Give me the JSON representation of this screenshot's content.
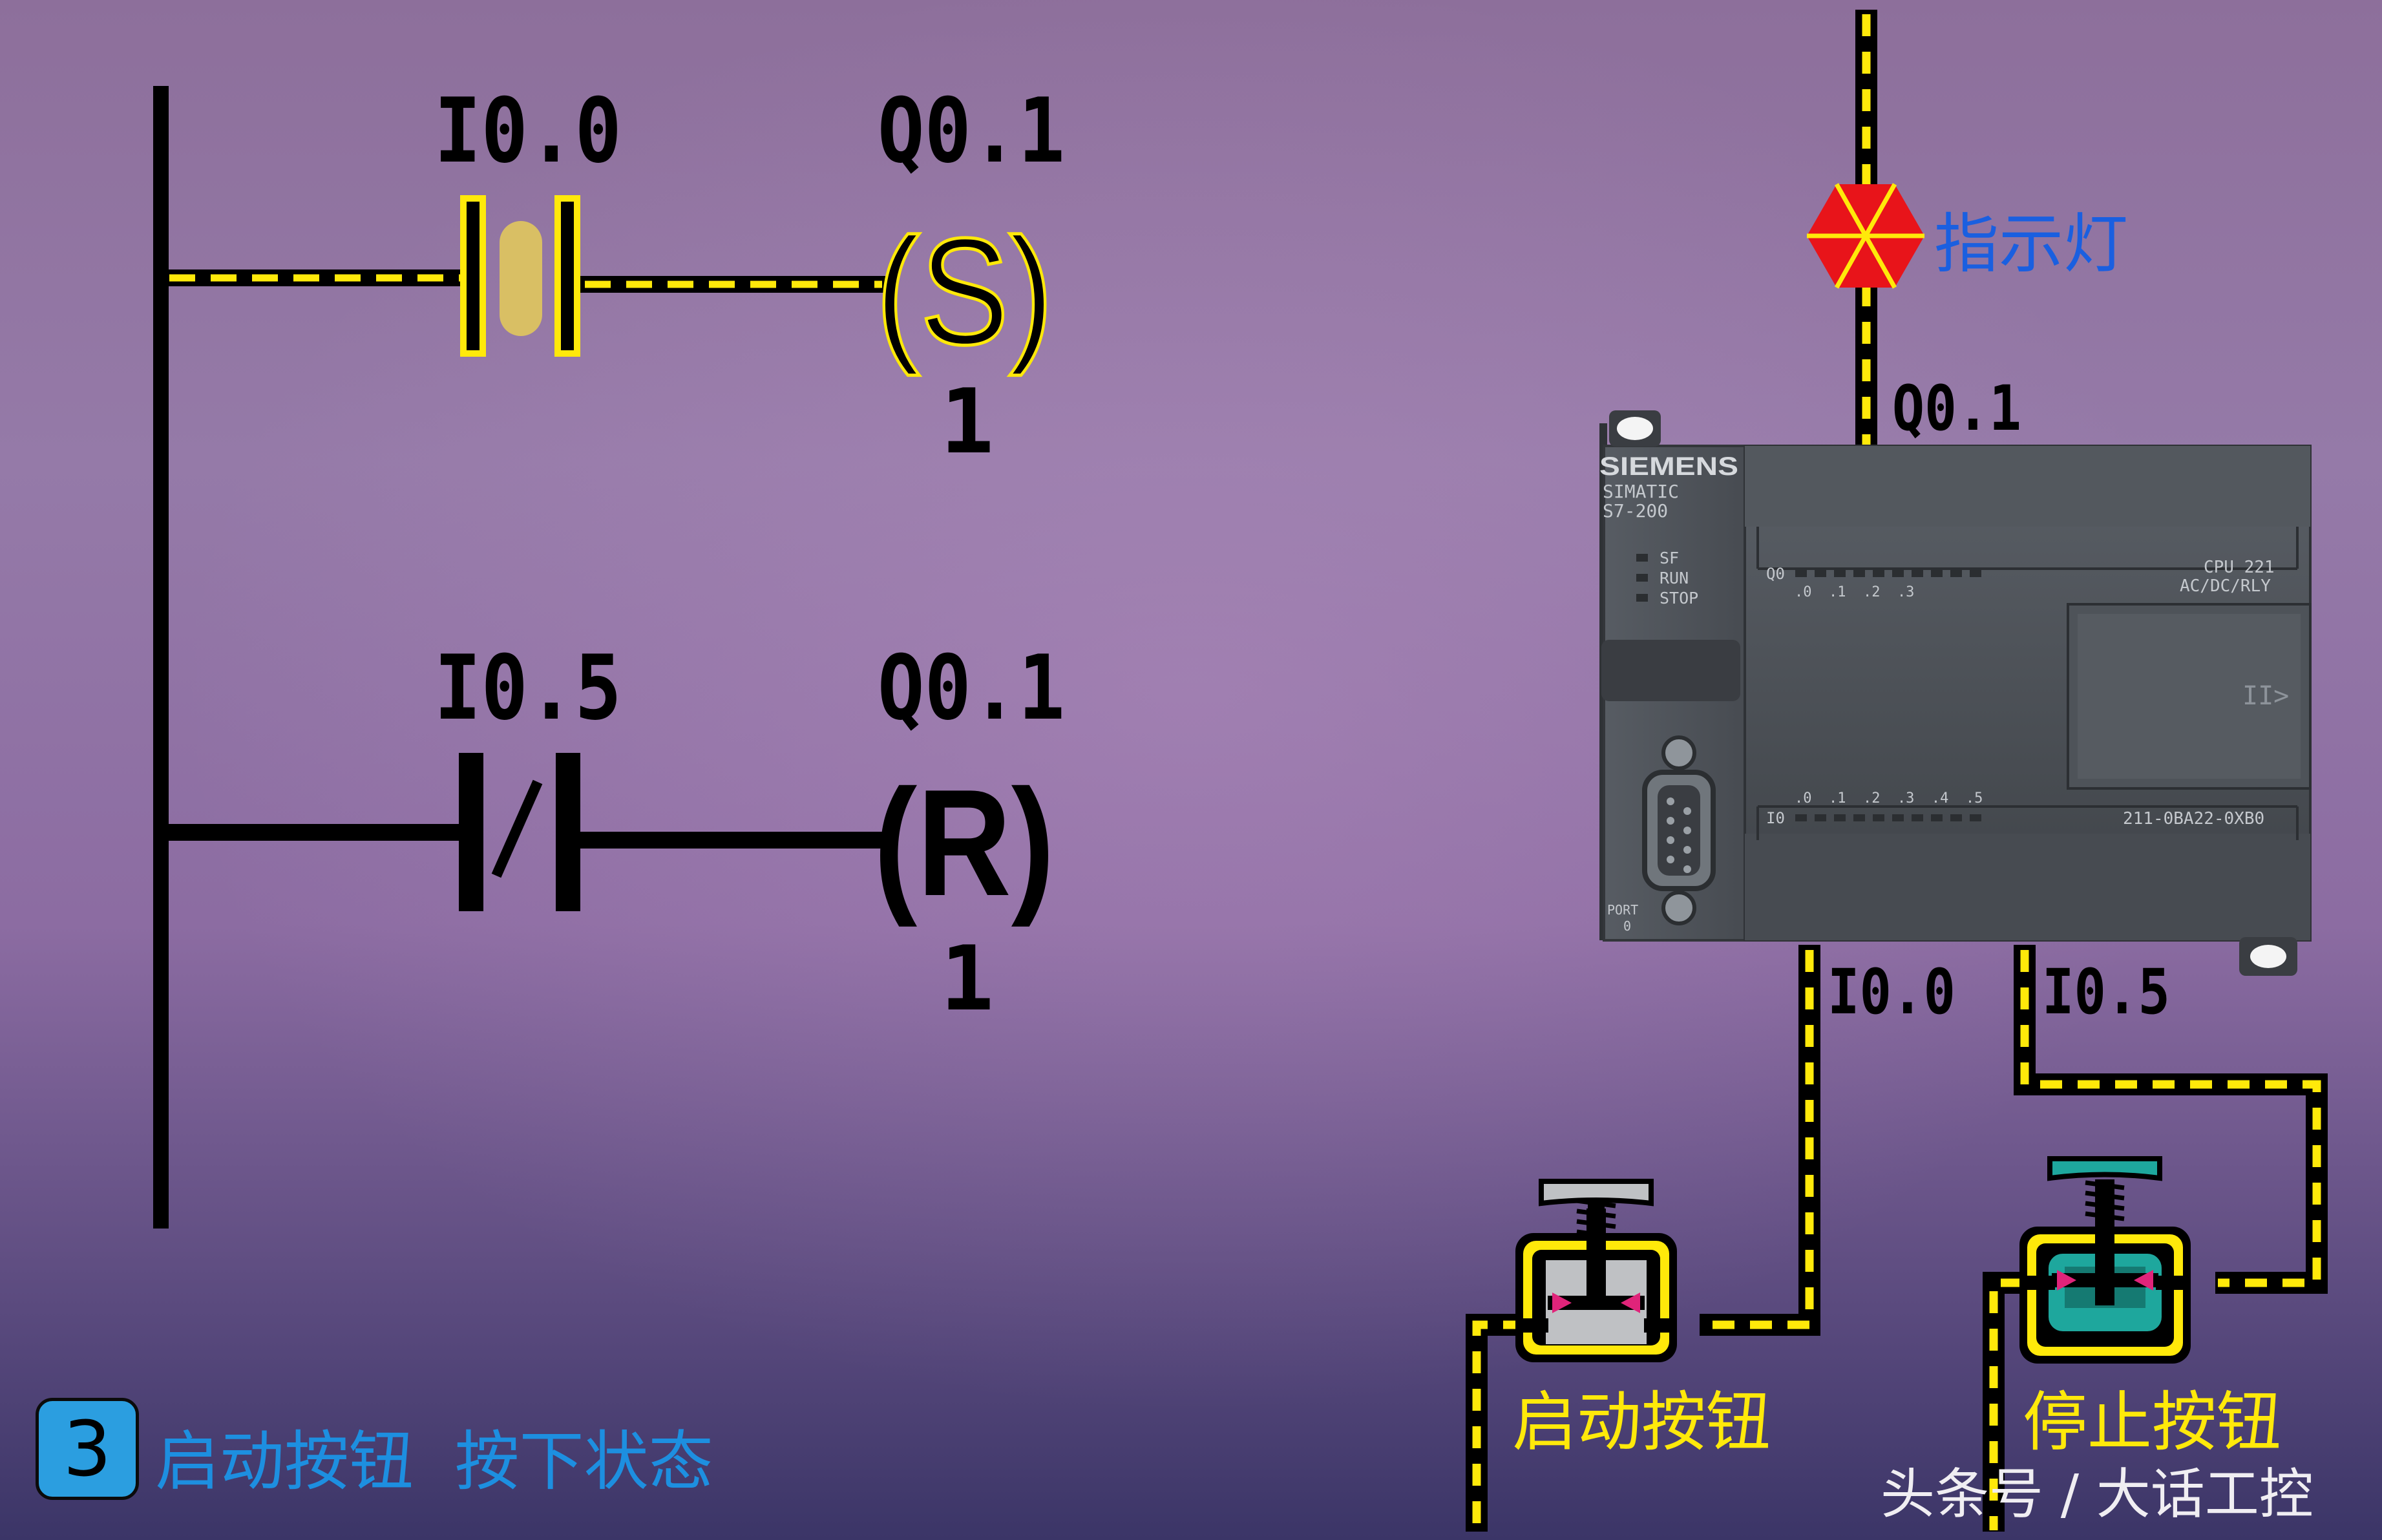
{
  "ladder": {
    "rung1": {
      "contact_label": "I0.0",
      "coil_label": "Q0.1",
      "coil_symbol": "(S)",
      "coil_count": "1",
      "contact_type": "normally-open",
      "state": "energized"
    },
    "rung2": {
      "contact_label": "I0.5",
      "coil_label": "Q0.1",
      "coil_symbol": "(R)",
      "coil_count": "1",
      "contact_type": "normally-closed",
      "state": "de-energized"
    }
  },
  "lamp": {
    "label": "指示灯",
    "output_label": "Q0.1"
  },
  "plc": {
    "brand": "SIEMENS",
    "line1": "SIMATIC",
    "line2": "S7-200",
    "status_sf": "SF",
    "status_run": "RUN",
    "status_stop": "STOP",
    "q_group": "Q0",
    "q_bits": ".0  .1  .2  .3",
    "i_group": "I0",
    "i_bits": ".0  .1  .2  .3  .4  .5",
    "model": "CPU 221",
    "power": "AC/DC/RLY",
    "order_no": "211-0BA22-0XB0",
    "port_label": "PORT",
    "port_num": "0"
  },
  "inputs": {
    "start_label": "I0.0",
    "stop_label": "I0.5"
  },
  "buttons": {
    "start": "启动按钮",
    "stop": "停止按钮"
  },
  "step": {
    "number": "3",
    "caption": "启动按钮  按下状态"
  },
  "watermark": "头条号 / 大话工控",
  "colors": {
    "active_dash": "#ffe90a",
    "wire": "#000000",
    "lamp": "#e8141a",
    "lamp_label": "#1a5fe0",
    "button_label": "#ffe90a",
    "caption": "#1d8fe0",
    "badge": "#2b9ee0",
    "plc_body": "#4b5056",
    "stop_cap": "#1ea79d",
    "seal": "#e0247a"
  }
}
